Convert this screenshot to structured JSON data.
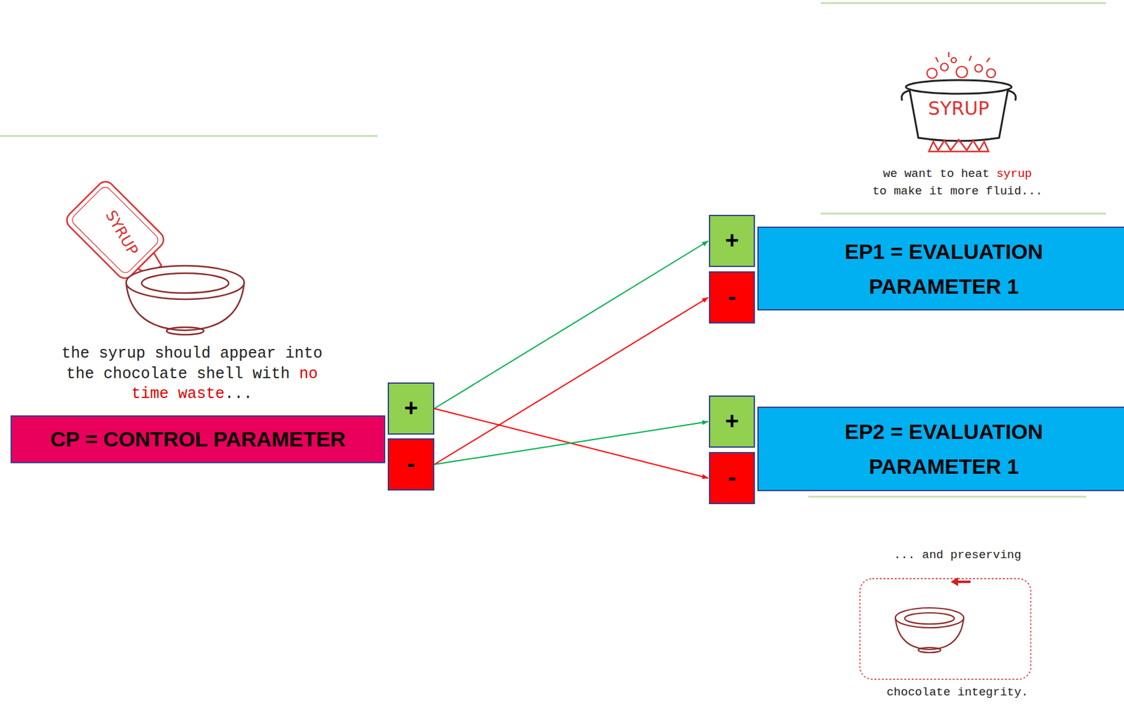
{
  "diagram": {
    "nodes": [
      {
        "text": [
          "CP = CONTROL PARAMETER"
        ]
      },
      {
        "text": [
          "+"
        ]
      },
      {
        "text": [
          "-"
        ]
      },
      {
        "text": [
          "+"
        ]
      },
      {
        "text": [
          "-"
        ]
      },
      {
        "text": [
          "EP1 = EVALUATION PARAMETER 1"
        ]
      },
      {
        "text": [
          "+"
        ]
      },
      {
        "text": [
          "-"
        ]
      },
      {
        "text": [
          "EP2 = EVALUATION PARAMETER 1"
        ]
      }
    ],
    "edges": [
      {
        "from": 1,
        "to": 3,
        "arrow": "to"
      },
      {
        "from": 1,
        "to": 7,
        "arrow": "to"
      },
      {
        "from": 2,
        "to": 4,
        "arrow": "to"
      },
      {
        "from": 2,
        "to": 6,
        "arrow": "to"
      }
    ],
    "labels": [
      "the syrup should appear into the chocolate shell with",
      "no time waste",
      "...",
      "SYRUP",
      "SYRUP",
      "we want to heat",
      "syrup",
      "to make it more fluid...",
      "... and preserving",
      "chocolate integrity."
    ]
  }
}
